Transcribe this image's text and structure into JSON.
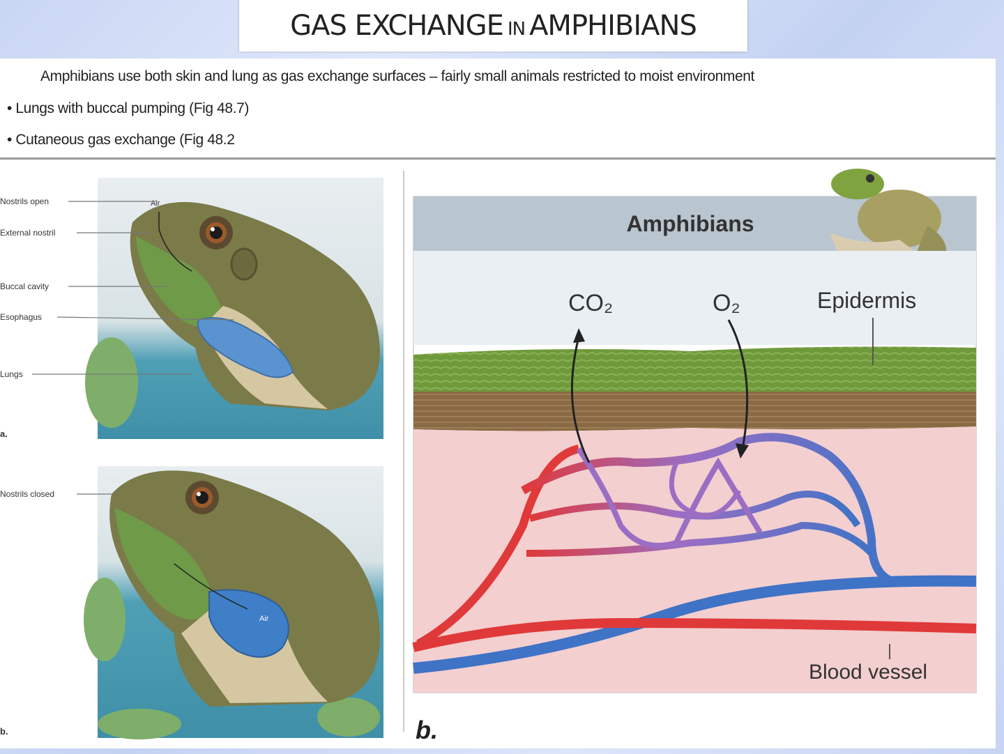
{
  "title": {
    "part1": "GAS EXCHANGE",
    "part2": "IN",
    "part3": "AMPHIBIANS"
  },
  "intro": "Amphibians use both skin and lung as gas exchange surfaces – fairly small animals restricted to moist environment",
  "bullets": [
    "• Lungs with buccal pumping (Fig 48.7)",
    "• Cutaneous gas exchange (Fig 48.2"
  ],
  "panel_a": {
    "labels": {
      "nostrils_open": "Nostrils open",
      "air_top": "Air",
      "external_nostril": "External nostril",
      "buccal_cavity": "Buccal cavity",
      "esophagus": "Esophagus",
      "lungs": "Lungs",
      "letter": "a."
    },
    "labels2": {
      "nostrils_closed": "Nostrils closed",
      "air_lung": "Air",
      "letter": "b."
    }
  },
  "panel_b": {
    "header": "Amphibians",
    "co2": "CO₂",
    "o2": "O₂",
    "epidermis": "Epidermis",
    "blood_vessel": "Blood vessel",
    "letter": "b."
  },
  "colors": {
    "skin_green": "#6f9a3c",
    "dermis_brown": "#8a6a45",
    "tissue_pink": "#f3cfcf",
    "artery_red": "#e0393a",
    "vein_blue": "#3f73c6",
    "capillary_purple": "#9b6ec4",
    "header_bar": "#b9c5cf"
  }
}
